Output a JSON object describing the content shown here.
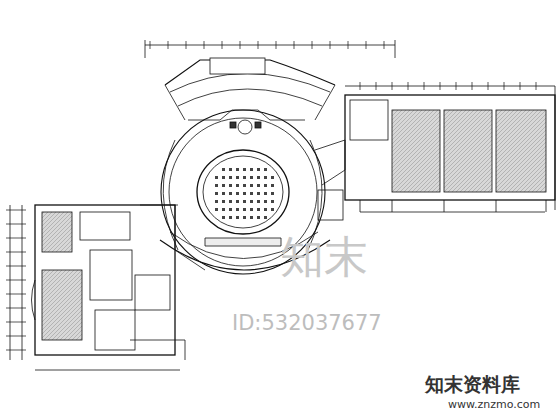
{
  "diagram": {
    "labels": [
      "知末",
      "ID:532037677",
      "知末资料库",
      "www.znzmo.com"
    ]
  }
}
